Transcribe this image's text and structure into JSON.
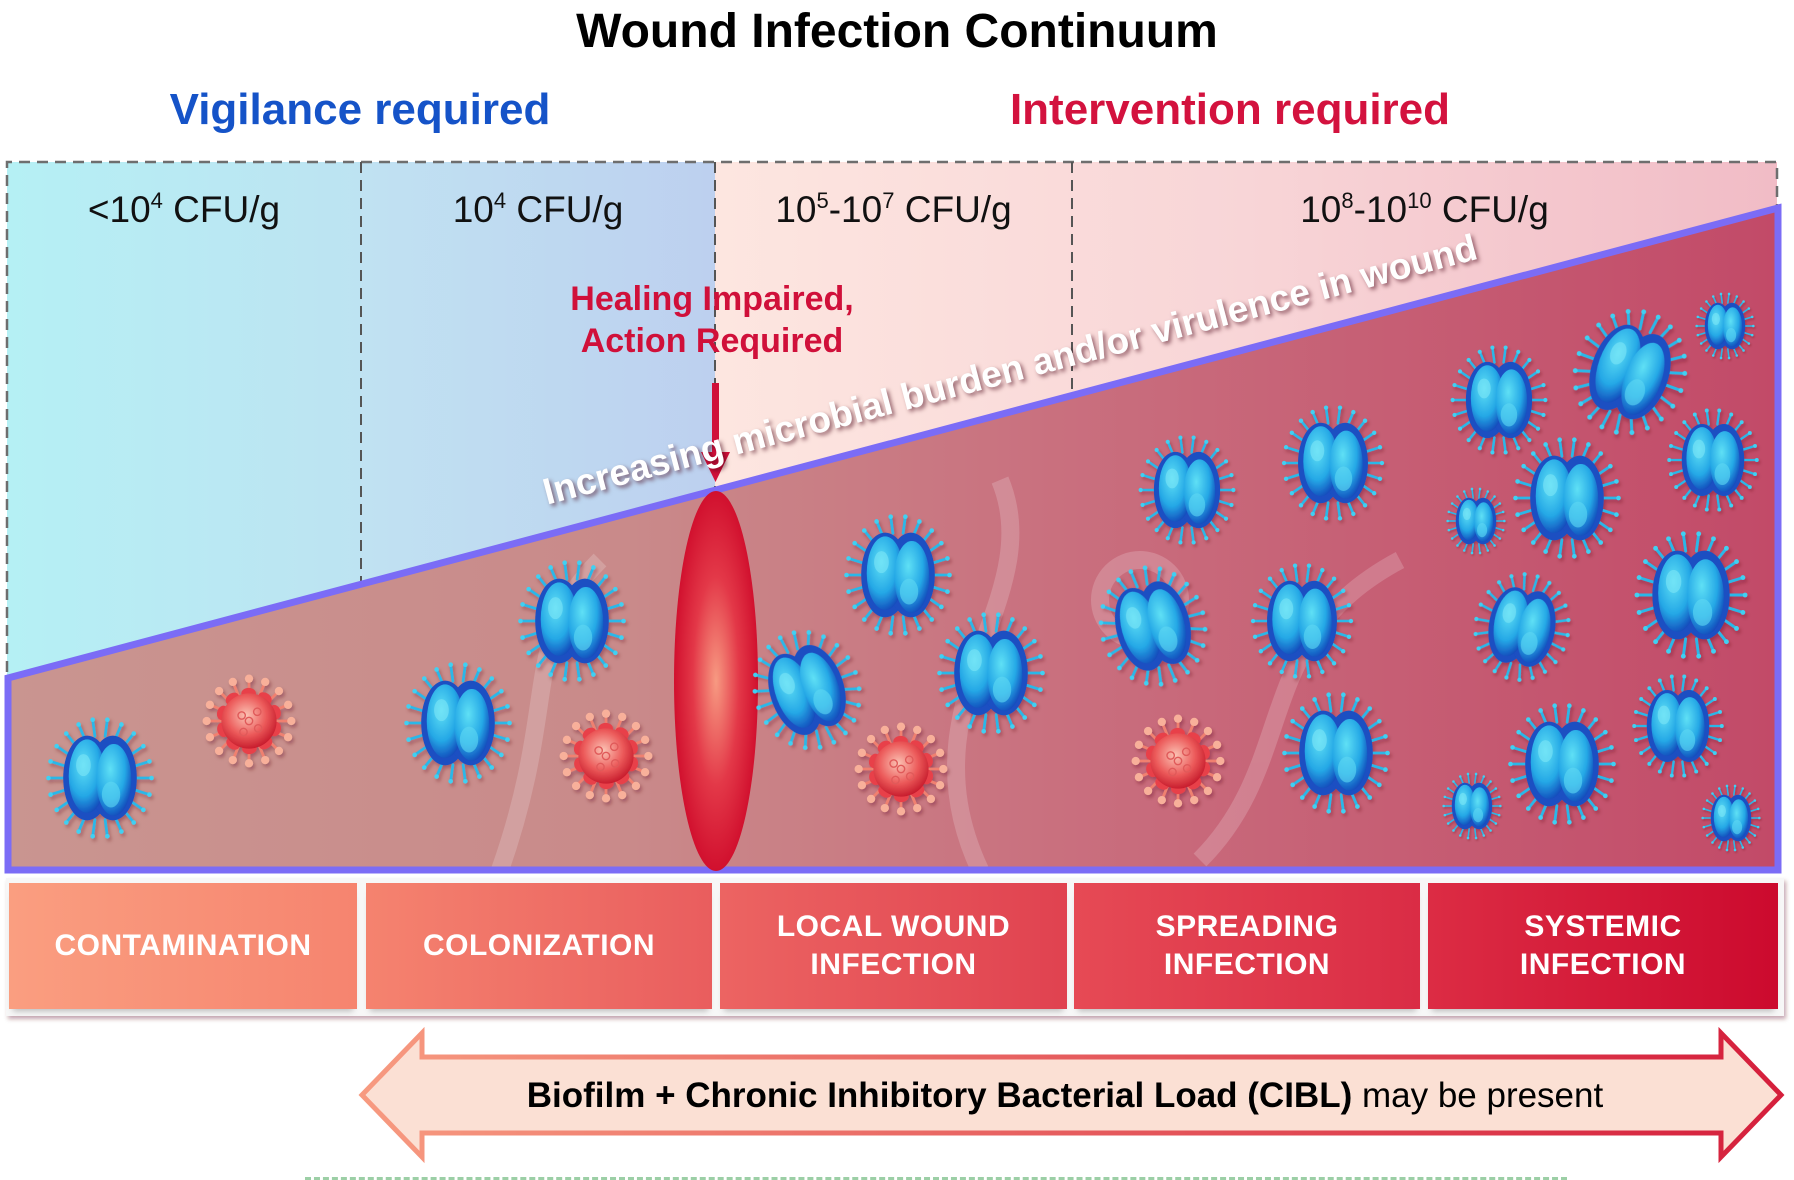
{
  "title": "Wound Infection Continuum",
  "zones": {
    "vigilance": {
      "label": "Vigilance required",
      "color": "#1553c8"
    },
    "intervention": {
      "label": "Intervention required",
      "color": "#d3123e"
    }
  },
  "bacterial_load": [
    {
      "prefix": "<10",
      "exp1": "4",
      "mid": "",
      "exp2": "",
      "unit": " CFU/g"
    },
    {
      "prefix": "10",
      "exp1": "4",
      "mid": "",
      "exp2": "",
      "unit": " CFU/g"
    },
    {
      "prefix": "10",
      "exp1": "5",
      "mid": "-10",
      "exp2": "7",
      "unit": " CFU/g"
    },
    {
      "prefix": "10",
      "exp1": "8",
      "mid": "-10",
      "exp2": "10",
      "unit": " CFU/g"
    }
  ],
  "callout": {
    "line1": "Healing Impaired,",
    "line2": "Action Required",
    "color": "#d0103a"
  },
  "wedge_label": "Increasing microbial burden and/or virulence in wound",
  "stages": [
    {
      "line1": "CONTAMINATION",
      "line2": ""
    },
    {
      "line1": "COLONIZATION",
      "line2": ""
    },
    {
      "line1": "LOCAL WOUND",
      "line2": "INFECTION"
    },
    {
      "line1": "SPREADING",
      "line2": "INFECTION"
    },
    {
      "line1": "SYSTEMIC",
      "line2": "INFECTION"
    }
  ],
  "biofilm_arrow": {
    "bold_text": "Biofilm + Chronic Inhibitory Bacterial Load (CIBL)",
    "normal_text": " may be present"
  },
  "organisms": [
    "bacterium-icon",
    "virus-icon",
    "bacterium-icon",
    "bacterium-icon",
    "virus-icon",
    "bacterium-icon",
    "bacterium-icon",
    "virus-icon",
    "bacterium-icon",
    "bacterium-icon",
    "bacterium-icon",
    "bacterium-icon",
    "virus-icon",
    "bacterium-icon",
    "bacterium-icon",
    "bacterium-icon",
    "bacterium-icon",
    "bacterium-icon",
    "bacterium-icon",
    "bacterium-icon",
    "bacterium-icon",
    "bacterium-icon",
    "bacterium-icon",
    "bacterium-icon",
    "bacterium-icon",
    "bacterium-icon",
    "bacterium-icon"
  ],
  "colors": {
    "wedge_border": "#7b6cf6",
    "healing_marker": "#d8142f"
  }
}
